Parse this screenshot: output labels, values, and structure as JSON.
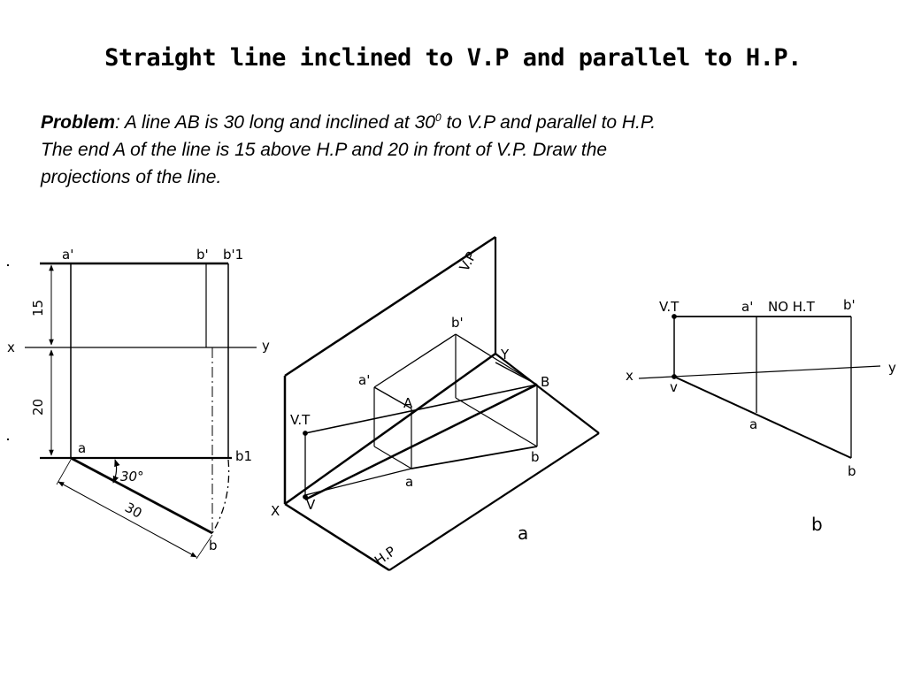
{
  "title": "Straight line inclined to V.P and parallel to H.P.",
  "problem": {
    "label": "Problem",
    "line1_a": ": A line AB is 30 long and inclined at 30",
    "line1_sup": "0",
    "line1_b": " to V.P and parallel to H.P.",
    "line2": "The end A of the line is 15 above H.P and 20 in front of V.P.  Draw the",
    "line3": "projections of the line."
  },
  "left_fig": {
    "a_prime": "a'",
    "b_prime": "b'",
    "b1_prime": "b'1",
    "x": "x",
    "y": "y",
    "dim15": "15",
    "dim20": "20",
    "a": "a",
    "b1": "b1",
    "b": "b",
    "angle": "30°",
    "len30": "30"
  },
  "center_fig": {
    "vp": "V.P",
    "hp": "H.P",
    "b_prime": "b'",
    "a_prime": "a'",
    "Y": "Y",
    "B": "B",
    "A": "A",
    "vt": "V.T",
    "b": "b",
    "a": "a",
    "X": "X",
    "v": "V",
    "panel": "a"
  },
  "right_fig": {
    "vt": "V.T",
    "a_prime": "a'",
    "noht": "NO H.T",
    "b_prime": "b'",
    "x": "x",
    "y": "y",
    "v": "v",
    "a": "a",
    "b": "b",
    "panel": "b"
  }
}
